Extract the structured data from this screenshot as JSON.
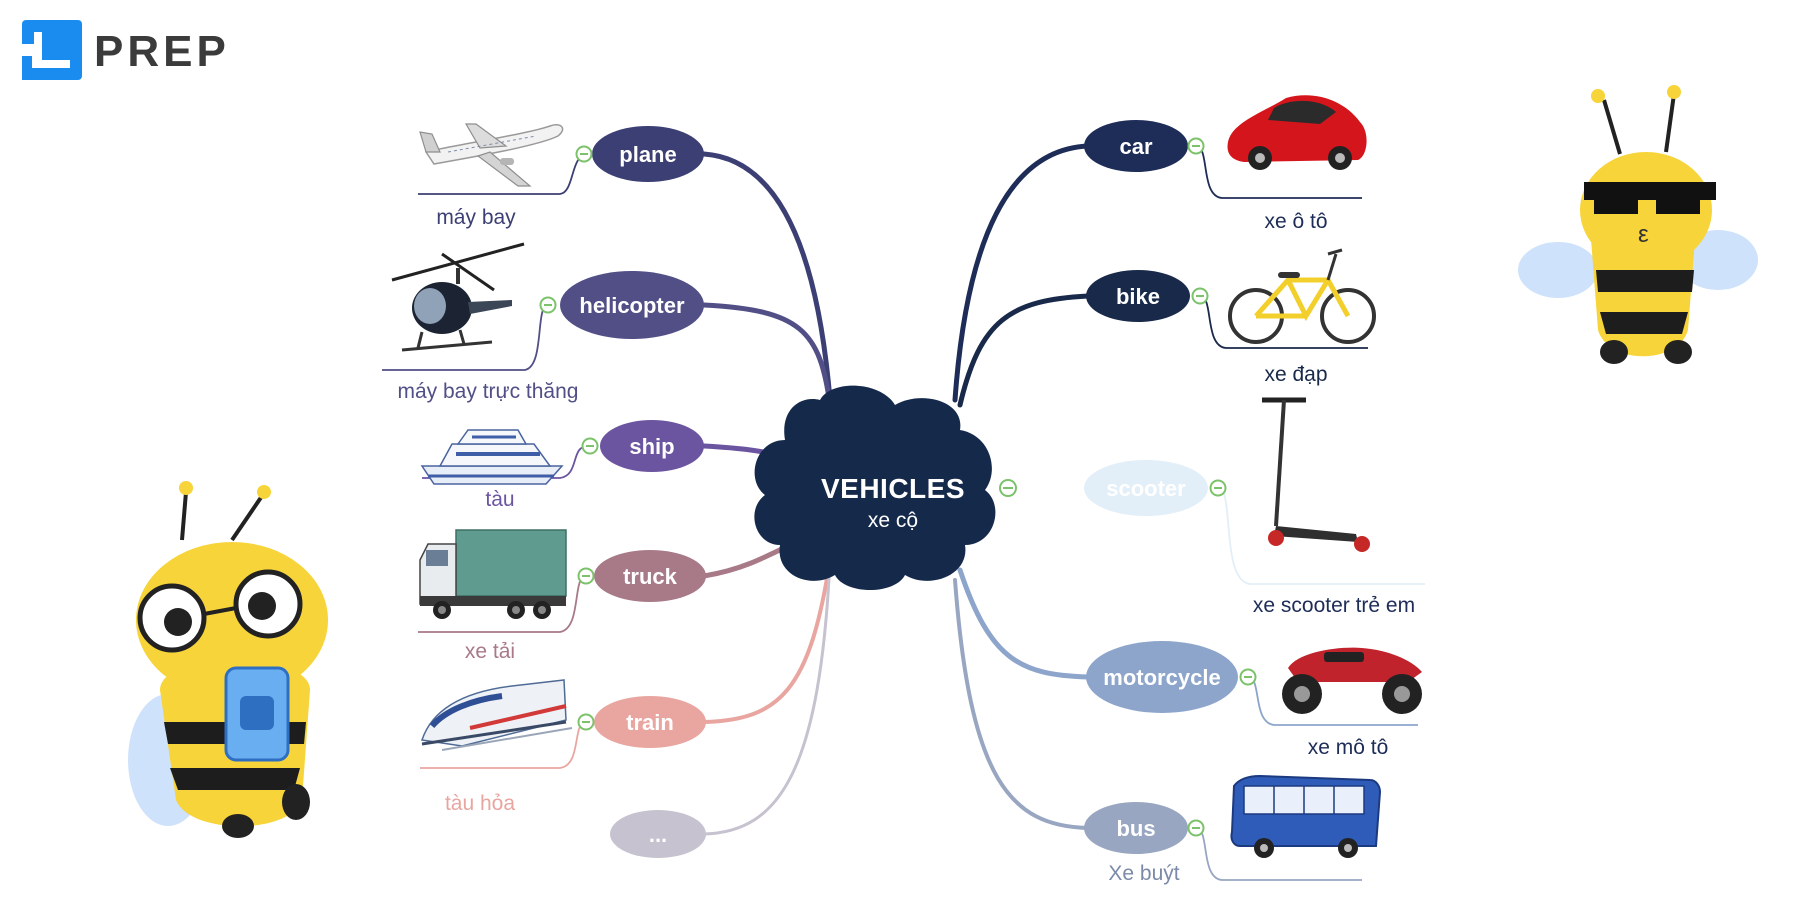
{
  "brand": {
    "name": "PREP",
    "color": "#1a8cf0"
  },
  "center": {
    "title": "VEHICLES",
    "subtitle": "xe cộ",
    "color": "#15294a"
  },
  "branches": [
    {
      "id": "plane",
      "label": "plane",
      "translation": "máy bay",
      "color": "#3c3f73",
      "picture": "airplane-image"
    },
    {
      "id": "helicopter",
      "label": "helicopter",
      "translation": "máy bay trực thăng",
      "color": "#514f86",
      "picture": "helicopter-image"
    },
    {
      "id": "ship",
      "label": "ship",
      "translation": "tàu",
      "color": "#6b54a0",
      "picture": "ship-image"
    },
    {
      "id": "truck",
      "label": "truck",
      "translation": "xe tải",
      "color": "#a87a88",
      "picture": "truck-image"
    },
    {
      "id": "train",
      "label": "train",
      "translation": "tàu hỏa",
      "color": "#e9a6a0",
      "picture": "train-image"
    },
    {
      "id": "more",
      "label": "...",
      "translation": "",
      "color": "#c6c2cf",
      "picture": ""
    },
    {
      "id": "car",
      "label": "car",
      "translation": "xe ô tô",
      "color": "#1e2d57",
      "picture": "red-car-image"
    },
    {
      "id": "bike",
      "label": "bike",
      "translation": "xe đạp",
      "color": "#19294a",
      "picture": "bicycle-image"
    },
    {
      "id": "scooter",
      "label": "scooter",
      "translation": "xe scooter trẻ em",
      "color": "#e3eff8",
      "picture": "kick-scooter-image"
    },
    {
      "id": "motorcycle",
      "label": "motorcycle",
      "translation": "xe mô tô",
      "color": "#8da5cb",
      "picture": "atv-image"
    },
    {
      "id": "bus",
      "label": "bus",
      "translation": "Xe buýt",
      "color": "#98a6c2",
      "picture": "bus-image"
    }
  ],
  "mascots": [
    {
      "name": "bee-with-sunglasses",
      "color": "#f7d43a"
    },
    {
      "name": "bee-with-glasses-and-phone",
      "color": "#f7d43a"
    }
  ]
}
